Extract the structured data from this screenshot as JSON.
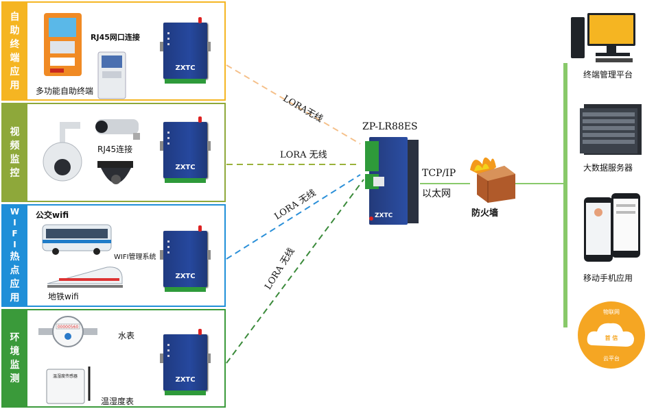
{
  "panels": [
    {
      "title_chars": [
        "自",
        "助",
        "终",
        "端",
        "应",
        "用"
      ],
      "color": "#f5b522",
      "labels": [
        "RJ45网口连接",
        "多功能自助终端"
      ]
    },
    {
      "title_chars": [
        "视",
        "频",
        "监",
        "控"
      ],
      "color": "#8ea83a",
      "labels": [
        "RJ45连接"
      ]
    },
    {
      "title_chars": [
        "W",
        "I",
        "F",
        "I",
        "热",
        "点",
        "应",
        "用"
      ],
      "color": "#1f8fd8",
      "labels": [
        "公交wifi",
        "WIFI管理系统",
        "地铁wifi"
      ]
    },
    {
      "title_chars": [
        "环",
        "境",
        "监",
        "测"
      ],
      "color": "#3a9a3a",
      "labels": [
        "水表",
        "温湿度表"
      ]
    }
  ],
  "device_brand": "ZXTC",
  "links": [
    "LORA无线",
    "LORA 无线",
    "LORA 无线",
    "LORA 无线"
  ],
  "gateway": {
    "title": "ZP-LR88ES",
    "brand": "ZXTC"
  },
  "tcp": {
    "line1": "TCP/IP",
    "line2": "以太网"
  },
  "firewall": "防火墙",
  "right": {
    "terminal": "终端管理平台",
    "server": "大数据服务器",
    "mobile": "移动手机应用",
    "cloud_top": "物联网",
    "cloud_mid": "首 信",
    "cloud_bottom": "云平台"
  },
  "meter_digits": "00000560",
  "sensor_label": "温湿度传感器",
  "colors": {
    "orange": "#f5b522",
    "olive": "#8ea83a",
    "blue": "#1f8fd8",
    "green": "#3a9a3a",
    "bus_line": "#88c96a"
  }
}
